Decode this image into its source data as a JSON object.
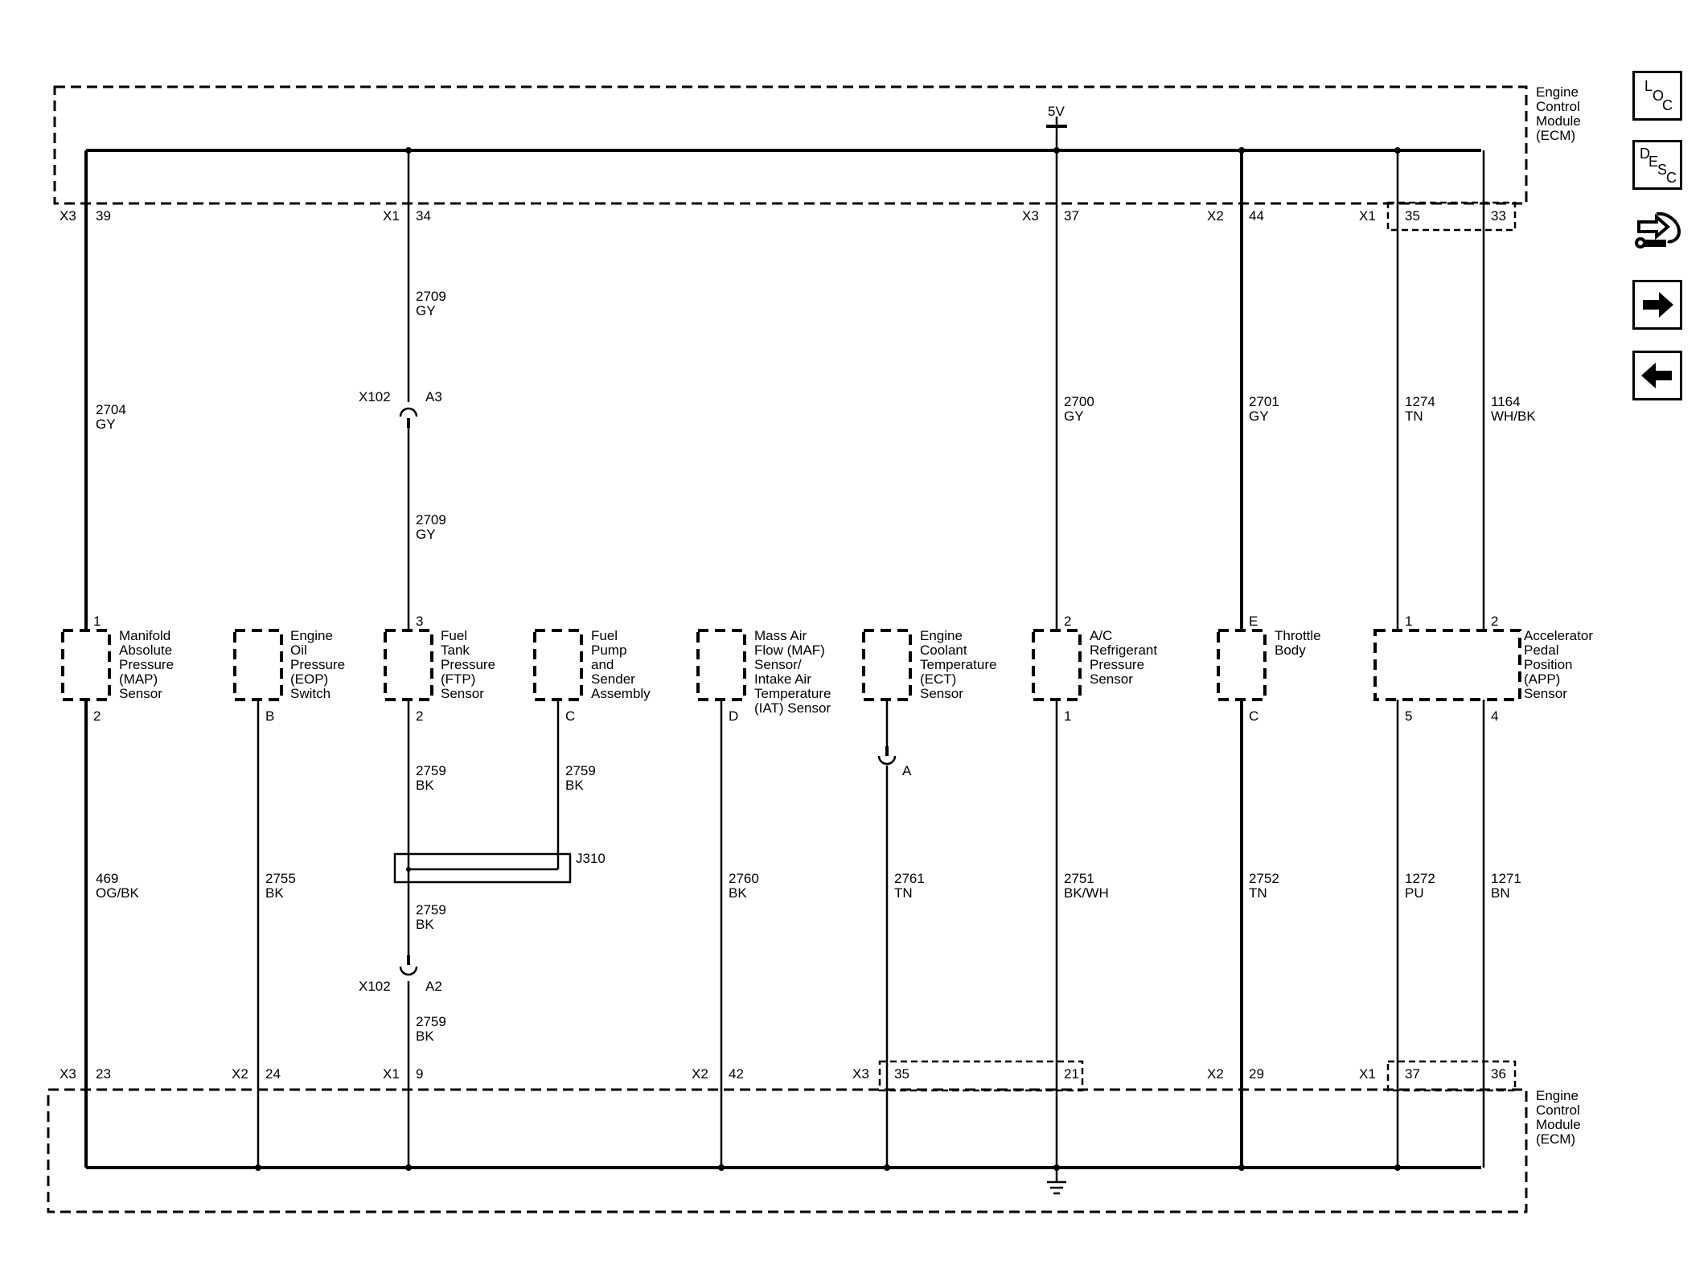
{
  "ecm": {
    "name": [
      "Engine",
      "Control",
      "Module",
      "(ECM)"
    ],
    "supply": "5V"
  },
  "top_pins": [
    {
      "conn": "X3",
      "pin": "39"
    },
    {
      "conn": "X1",
      "pin": "34"
    },
    {
      "conn": "X3",
      "pin": "37"
    },
    {
      "conn": "X2",
      "pin": "44"
    },
    {
      "conn": "X1",
      "pin": "35"
    },
    {
      "conn": "",
      "pin": "33"
    }
  ],
  "bottom_pins": [
    {
      "conn": "X3",
      "pin": "23"
    },
    {
      "conn": "X2",
      "pin": "24"
    },
    {
      "conn": "X1",
      "pin": "9"
    },
    {
      "conn": "X2",
      "pin": "42"
    },
    {
      "conn": "X3",
      "pin": "35"
    },
    {
      "conn": "",
      "pin": "21"
    },
    {
      "conn": "X2",
      "pin": "29"
    },
    {
      "conn": "X1",
      "pin": "37"
    },
    {
      "conn": "",
      "pin": "36"
    }
  ],
  "upper_wires": [
    {
      "circuit": "2704",
      "color": "GY"
    },
    {
      "circuit": "2709",
      "color": "GY"
    },
    {
      "circuit": "2709",
      "color": "GY"
    },
    {
      "circuit": "2700",
      "color": "GY"
    },
    {
      "circuit": "2701",
      "color": "GY"
    },
    {
      "circuit": "1274",
      "color": "TN"
    },
    {
      "circuit": "1164",
      "color": "WH/BK"
    }
  ],
  "lower_wires": [
    {
      "circuit": "469",
      "color": "OG/BK"
    },
    {
      "circuit": "2755",
      "color": "BK"
    },
    {
      "circuit": "2759",
      "color": "BK"
    },
    {
      "circuit": "2759",
      "color": "BK"
    },
    {
      "circuit": "2759",
      "color": "BK"
    },
    {
      "circuit": "2759",
      "color": "BK"
    },
    {
      "circuit": "2760",
      "color": "BK"
    },
    {
      "circuit": "2761",
      "color": "TN"
    },
    {
      "circuit": "2751",
      "color": "BK/WH"
    },
    {
      "circuit": "2752",
      "color": "TN"
    },
    {
      "circuit": "1272",
      "color": "PU"
    },
    {
      "circuit": "1271",
      "color": "BN"
    }
  ],
  "inline": {
    "x102_top": {
      "name": "X102",
      "cavity": "A3"
    },
    "x102_bottom": {
      "name": "X102",
      "cavity": "A2"
    },
    "ect_cavity": "A",
    "splice": "J310"
  },
  "components": [
    {
      "label": [
        "Manifold",
        "Absolute",
        "Pressure",
        "(MAP)",
        "Sensor"
      ],
      "pin_top": "1",
      "pin_bottom": "2"
    },
    {
      "label": [
        "Engine",
        "Oil",
        "Pressure",
        "(EOP)",
        "Switch"
      ],
      "pin_top": "",
      "pin_bottom": "B"
    },
    {
      "label": [
        "Fuel",
        "Tank",
        "Pressure",
        "(FTP)",
        "Sensor"
      ],
      "pin_top": "3",
      "pin_bottom": "2"
    },
    {
      "label": [
        "Fuel",
        "Pump",
        "and",
        "Sender",
        "Assembly"
      ],
      "pin_top": "",
      "pin_bottom": "C"
    },
    {
      "label": [
        "Mass Air",
        "Flow (MAF)",
        "Sensor/",
        "Intake Air",
        "Temperature",
        "(IAT) Sensor"
      ],
      "pin_top": "",
      "pin_bottom": "D"
    },
    {
      "label": [
        "Engine",
        "Coolant",
        "Temperature",
        "(ECT)",
        "Sensor"
      ],
      "pin_top": "",
      "pin_bottom": ""
    },
    {
      "label": [
        "A/C",
        "Refrigerant",
        "Pressure",
        "Sensor"
      ],
      "pin_top": "2",
      "pin_bottom": "1"
    },
    {
      "label": [
        "Throttle",
        "Body"
      ],
      "pin_top": "E",
      "pin_bottom": "C"
    },
    {
      "label": [
        "Accelerator",
        "Pedal",
        "Position",
        "(APP)",
        "Sensor"
      ],
      "pin_top": "1",
      "pin_top_2": "2",
      "pin_bottom": "5",
      "pin_bottom_2": "4"
    }
  ],
  "nav_buttons": [
    {
      "name": "location-button",
      "icon": "loc-icon",
      "text": [
        "L",
        "O",
        "C"
      ]
    },
    {
      "name": "description-button",
      "icon": "desc-icon",
      "text": [
        "D",
        "E",
        "S",
        "C"
      ]
    },
    {
      "name": "connector-info-button",
      "icon": "connector-wrench-icon"
    },
    {
      "name": "next-page-button",
      "icon": "arrow-right-icon"
    },
    {
      "name": "previous-page-button",
      "icon": "arrow-left-icon"
    }
  ]
}
